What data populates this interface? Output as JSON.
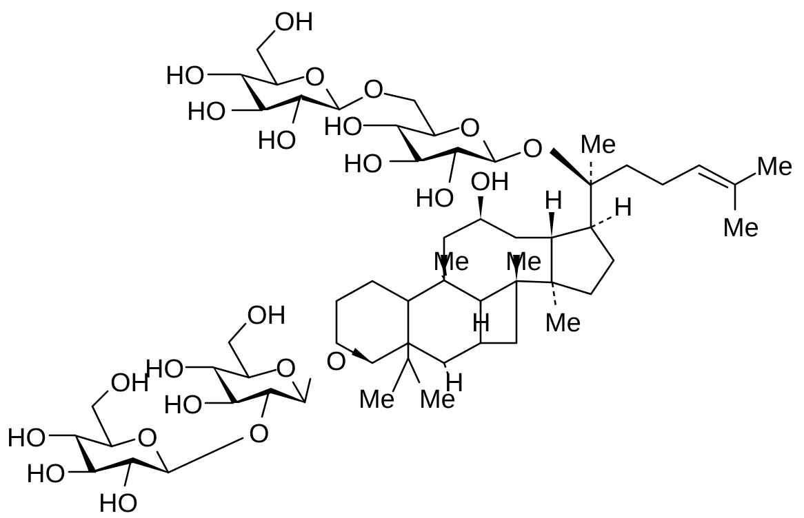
{
  "diagram": {
    "type": "chemical-structure",
    "colors": {
      "bond": "#000000",
      "background": "#ffffff"
    },
    "labels": {
      "top_sugar1_ch2oh": "OH",
      "top_sugar1_ho4": "HO",
      "top_sugar1_ring_o": "O",
      "top_sugar1_ho3": "HO",
      "top_sugar1_ho2": "HO",
      "top_link_o": "O",
      "top_sugar2_ho4": "HO",
      "top_sugar2_ring_o": "O",
      "top_sugar2_ho3": "HO",
      "top_sugar2_ho2": "HO",
      "c20_o": "O",
      "c20_me": "Me",
      "tail_me1": "Me",
      "tail_me2": "Me",
      "c12_oh": "OH",
      "c13_h": "H",
      "c17_h": "H",
      "c10_me": "Me",
      "c8_me": "Me",
      "c9_h": "H",
      "c14_me": "Me",
      "c3_o": "O",
      "c4_me1": "Me",
      "c4_me2": "Me",
      "c5_h": "H",
      "bot_sugar1_ch2oh": "OH",
      "bot_sugar1_ho4": "HO",
      "bot_sugar1_ring_o": "O",
      "bot_sugar1_ho3": "HO",
      "bot_link_o": "O",
      "bot_sugar2_ch2oh": "OH",
      "bot_sugar2_ho4": "HO",
      "bot_sugar2_ring_o": "O",
      "bot_sugar2_ho3": "HO",
      "bot_sugar2_ho2": "HO"
    }
  }
}
